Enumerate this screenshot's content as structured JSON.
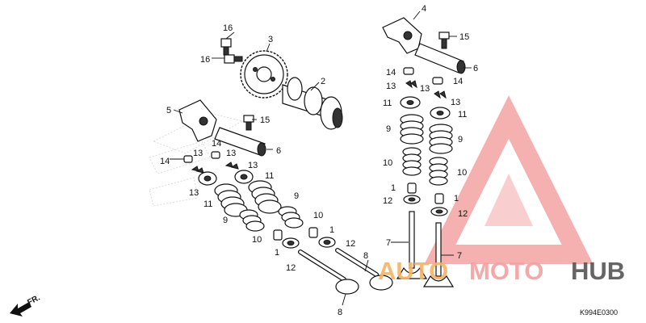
{
  "diagram": {
    "code": "K994E0300",
    "direction_label": "FR.",
    "callouts": [
      {
        "id": "c1",
        "text": "16"
      },
      {
        "id": "c2",
        "text": "16"
      },
      {
        "id": "c3",
        "text": "3"
      },
      {
        "id": "c4",
        "text": "2"
      },
      {
        "id": "c5",
        "text": "5"
      },
      {
        "id": "c6",
        "text": "15"
      },
      {
        "id": "c7",
        "text": "6"
      },
      {
        "id": "c8",
        "text": "14"
      },
      {
        "id": "c9",
        "text": "13"
      },
      {
        "id": "c10",
        "text": "13"
      },
      {
        "id": "c11",
        "text": "14"
      },
      {
        "id": "c12",
        "text": "13"
      },
      {
        "id": "c13",
        "text": "11"
      },
      {
        "id": "c14",
        "text": "13"
      },
      {
        "id": "c15",
        "text": "11"
      },
      {
        "id": "c16",
        "text": "9"
      },
      {
        "id": "c17",
        "text": "9"
      },
      {
        "id": "c18",
        "text": "10"
      },
      {
        "id": "c19",
        "text": "1"
      },
      {
        "id": "c20",
        "text": "10"
      },
      {
        "id": "c21",
        "text": "12"
      },
      {
        "id": "c22",
        "text": "1"
      },
      {
        "id": "c23",
        "text": "12"
      },
      {
        "id": "c24",
        "text": "8"
      },
      {
        "id": "c25",
        "text": "8"
      },
      {
        "id": "c26",
        "text": "4"
      },
      {
        "id": "c27",
        "text": "15"
      },
      {
        "id": "c28",
        "text": "6"
      },
      {
        "id": "c29",
        "text": "14"
      },
      {
        "id": "c30",
        "text": "14"
      },
      {
        "id": "c31",
        "text": "13"
      },
      {
        "id": "c32",
        "text": "13"
      },
      {
        "id": "c33",
        "text": "13"
      },
      {
        "id": "c34",
        "text": "11"
      },
      {
        "id": "c35",
        "text": "11"
      },
      {
        "id": "c36",
        "text": "9"
      },
      {
        "id": "c37",
        "text": "9"
      },
      {
        "id": "c38",
        "text": "10"
      },
      {
        "id": "c39",
        "text": "10"
      },
      {
        "id": "c40",
        "text": "1"
      },
      {
        "id": "c41",
        "text": "1"
      },
      {
        "id": "c42",
        "text": "12"
      },
      {
        "id": "c43",
        "text": "12"
      },
      {
        "id": "c44",
        "text": "7"
      },
      {
        "id": "c45",
        "text": "7"
      }
    ]
  },
  "watermark": {
    "part1": "AUTO",
    "part2": "MOTO",
    "part3": "HUB",
    "color_a": "#f6b366",
    "color_b": "#f3a0a0",
    "color_c": "#555555"
  }
}
